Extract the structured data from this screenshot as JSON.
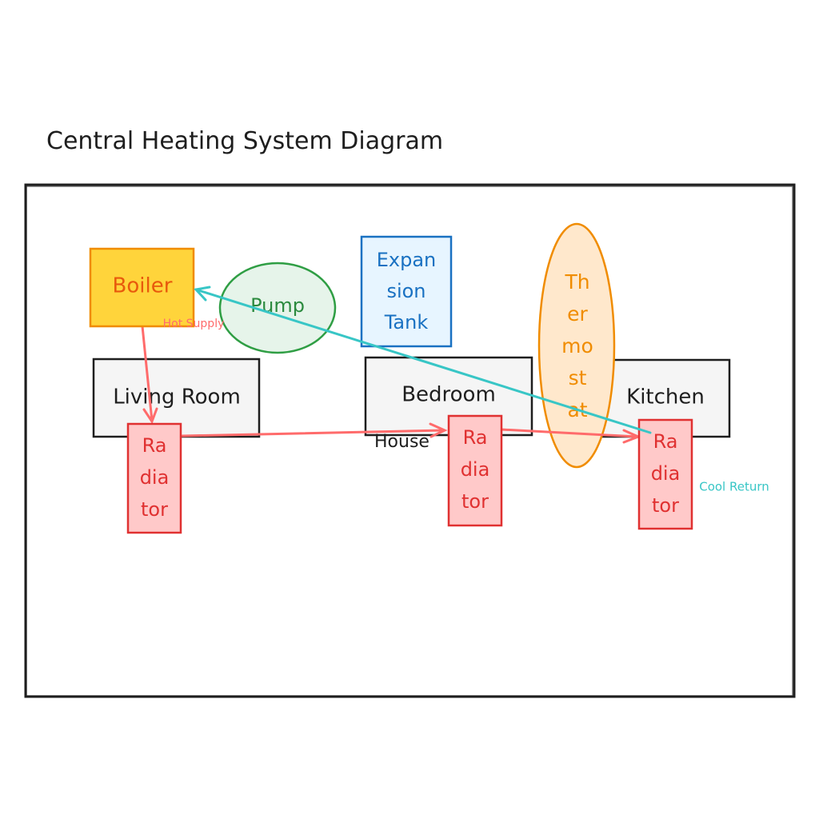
{
  "title": "Central Heating System Diagram",
  "container": {
    "label": "House"
  },
  "components": {
    "boiler": {
      "label": "Boiler",
      "fill": "#ffd43b",
      "stroke": "#f08c00",
      "text": "#e8590c"
    },
    "pump": {
      "label": "Pump",
      "fill": "#e6f4ea",
      "stroke": "#2f9e44",
      "text": "#2b8a3e"
    },
    "expansion_tank": {
      "lines": [
        "Expan",
        "sion",
        "Tank"
      ],
      "fill": "#e7f5ff",
      "stroke": "#1971c2",
      "text": "#1971c2"
    },
    "thermostat": {
      "lines": [
        "Th",
        "er",
        "mo",
        "st",
        "at"
      ],
      "fill": "#ffe8cc",
      "stroke": "#f08c00",
      "text": "#f08c00"
    }
  },
  "rooms": {
    "living_room": {
      "label": "Living Room"
    },
    "bedroom": {
      "label": "Bedroom"
    },
    "kitchen": {
      "label": "Kitchen"
    }
  },
  "radiator": {
    "lines": [
      "Ra",
      "dia",
      "tor"
    ],
    "fill": "#ffc9c9",
    "stroke": "#e03131",
    "text": "#e03131"
  },
  "edges": {
    "hot_supply": {
      "label": "Hot Supply",
      "color": "#ff6b6b"
    },
    "cool_return": {
      "label": "Cool Return",
      "color": "#38c6c6"
    }
  }
}
